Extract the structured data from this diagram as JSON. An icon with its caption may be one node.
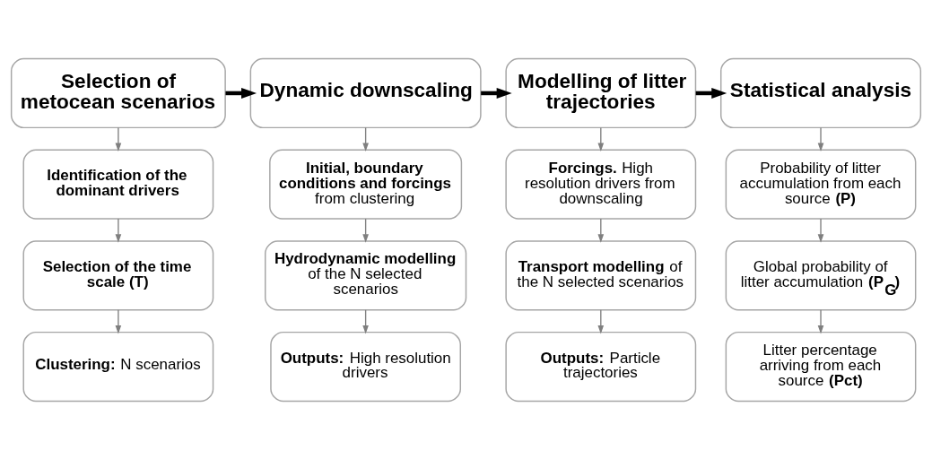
{
  "diagram": {
    "nodes": [
      {
        "text": [
          "Selection of metocean scenarios"
        ]
      },
      {
        "text": [
          "**Identification of the dominant drivers**"
        ]
      },
      {
        "text": [
          "**Selection of the time scale (T)**"
        ]
      },
      {
        "text": [
          "**Clustering:** N scenarios"
        ]
      },
      {
        "text": [
          "Dynamic downscaling"
        ]
      },
      {
        "text": [
          "**Initial, boundary conditions and forcings** from clustering"
        ]
      },
      {
        "text": [
          "**Hydrodynamic modelling** of the N selected scenarios"
        ]
      },
      {
        "text": [
          "**Outputs:** High resolution drivers"
        ]
      },
      {
        "text": [
          "Modelling of litter trajectories"
        ]
      },
      {
        "text": [
          "**Forcings.** High resolution drivers from downscaling"
        ]
      },
      {
        "text": [
          "**Transport modelling** of the N selected scenarios"
        ]
      },
      {
        "text": [
          "**Outputs:** Particle trajectories"
        ]
      },
      {
        "text": [
          "Statistical analysis"
        ]
      },
      {
        "text": [
          "Probability of litter accumulation from each source **(P)**"
        ]
      },
      {
        "text": [
          "Global probability of litter accumulation **(P$_{G}$)**"
        ]
      },
      {
        "text": [
          "Litter percentage arriving from each source **(Pct)**"
        ]
      }
    ],
    "edges": [
      {
        "from": 0,
        "to": 4,
        "arrow": "to",
        "style": "thick",
        "color": "#000000"
      },
      {
        "from": 4,
        "to": 8,
        "arrow": "to",
        "style": "thick",
        "color": "#000000"
      },
      {
        "from": 8,
        "to": 12,
        "arrow": "to",
        "style": "thick",
        "color": "#000000"
      },
      {
        "from": 0,
        "to": 1,
        "arrow": "to"
      },
      {
        "from": 1,
        "to": 2,
        "arrow": "to"
      },
      {
        "from": 2,
        "to": 3,
        "arrow": "to"
      },
      {
        "from": 4,
        "to": 5,
        "arrow": "to"
      },
      {
        "from": 5,
        "to": 6,
        "arrow": "to"
      },
      {
        "from": 6,
        "to": 7,
        "arrow": "to"
      },
      {
        "from": 8,
        "to": 9,
        "arrow": "to"
      },
      {
        "from": 9,
        "to": 10,
        "arrow": "to"
      },
      {
        "from": 10,
        "to": 11,
        "arrow": "to"
      },
      {
        "from": 12,
        "to": 13,
        "arrow": "to"
      },
      {
        "from": 13,
        "to": 14,
        "arrow": "to"
      },
      {
        "from": 14,
        "to": 15,
        "arrow": "to"
      }
    ]
  }
}
